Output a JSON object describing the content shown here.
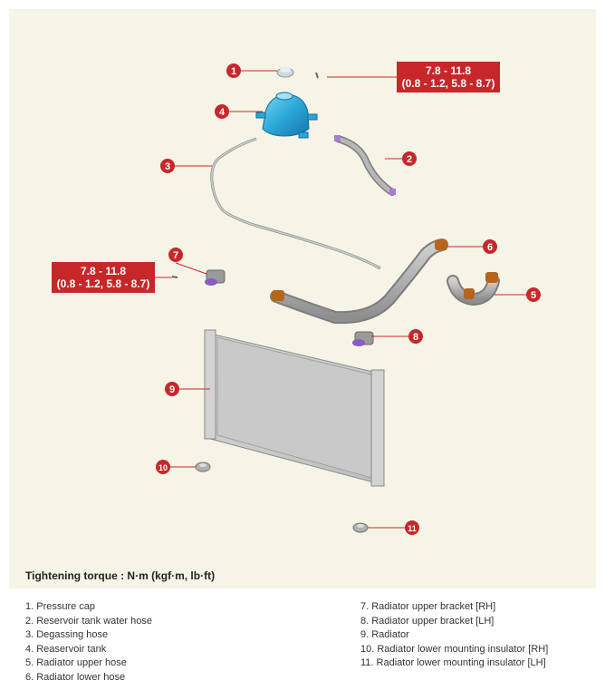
{
  "torque_upper": {
    "line1": "7.8 - 11.8",
    "line2": "(0.8 - 1.2, 5.8 - 8.7)"
  },
  "torque_left": {
    "line1": "7.8 - 11.8",
    "line2": "(0.8 - 1.2, 5.8 - 8.7)"
  },
  "tightening_label": "Tightening torque : N·m (kgf·m, lb·ft)",
  "callouts": [
    "1",
    "2",
    "3",
    "4",
    "5",
    "6",
    "7",
    "8",
    "9",
    "10",
    "11"
  ],
  "legend_left": [
    "1. Pressure cap",
    "2. Reservoir tank water hose",
    "3. Degassing hose",
    "4. Reaservoir tank",
    "5. Radiator upper hose",
    "6. Radiator lower hose"
  ],
  "legend_right": [
    "7. Radiator upper bracket [RH]",
    "8. Radiator upper bracket [LH]",
    "9. Radiator",
    "10. Radiator lower mounting insulator [RH]",
    "11. Radiator lower mounting insulator [LH]"
  ],
  "colors": {
    "callout": "#c8272a",
    "panel": "#f6f4e6",
    "reservoir": "#2aa7d8",
    "hose": "#a8a8a8",
    "bracket": "#8a5ac8",
    "clamp": "#b5651d"
  }
}
